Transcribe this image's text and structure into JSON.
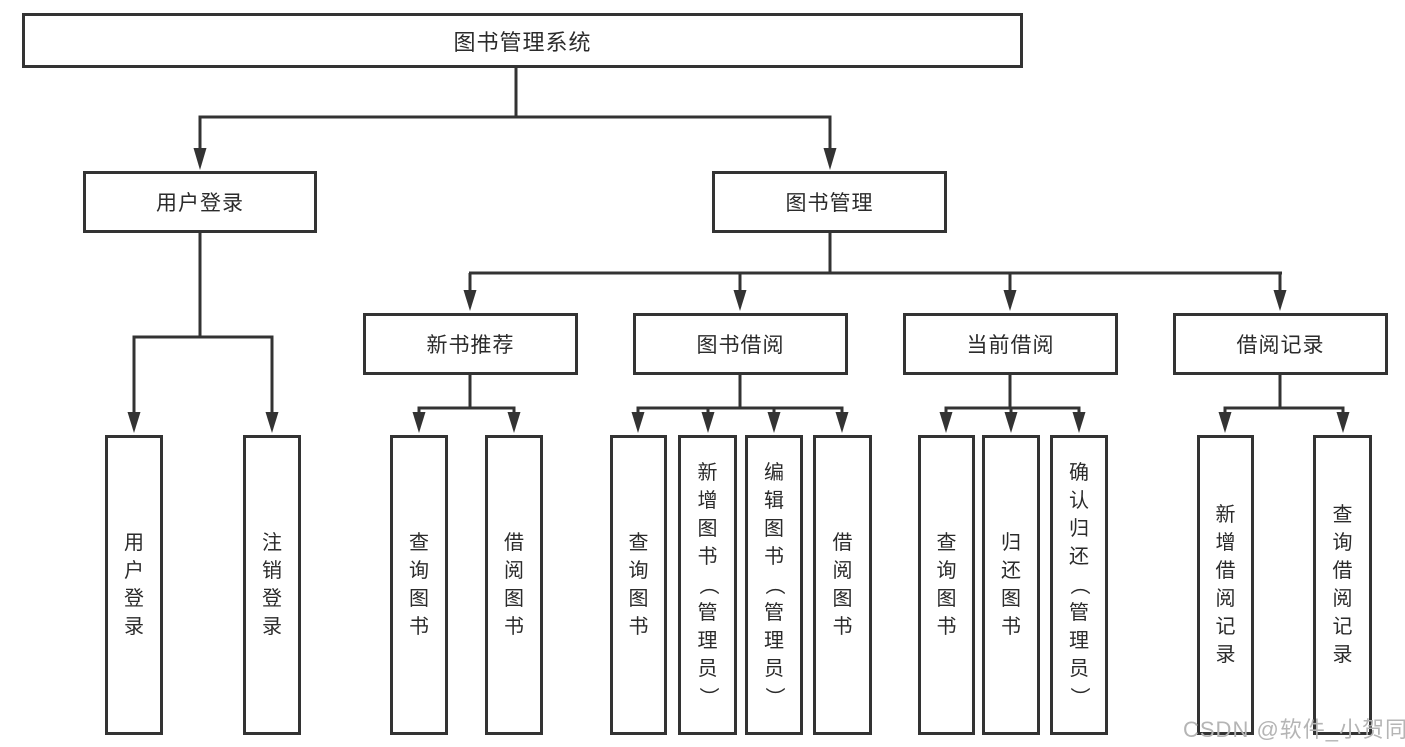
{
  "root": {
    "label": "图书管理系统"
  },
  "branches": [
    {
      "label": "用户登录",
      "children": [
        {
          "label": "用户登录"
        },
        {
          "label": "注销登录"
        }
      ]
    },
    {
      "label": "图书管理",
      "children": [
        {
          "label": "新书推荐",
          "children": [
            {
              "label": "查询图书"
            },
            {
              "label": "借阅图书"
            }
          ]
        },
        {
          "label": "图书借阅",
          "children": [
            {
              "label": "查询图书"
            },
            {
              "label": "新增图书（管理员）"
            },
            {
              "label": "编辑图书（管理员）"
            },
            {
              "label": "借阅图书"
            }
          ]
        },
        {
          "label": "当前借阅",
          "children": [
            {
              "label": "查询图书"
            },
            {
              "label": "归还图书"
            },
            {
              "label": "确认归还（管理员）"
            }
          ]
        },
        {
          "label": "借阅记录",
          "children": [
            {
              "label": "新增借阅记录"
            },
            {
              "label": "查询借阅记录"
            }
          ]
        }
      ]
    }
  ],
  "watermark": {
    "text": "CSDN @软件_小贺同学"
  },
  "colors": {
    "line": "#333333",
    "text": "#2b2b2b",
    "watermark": "#b5b5b5",
    "background": "#ffffff"
  }
}
